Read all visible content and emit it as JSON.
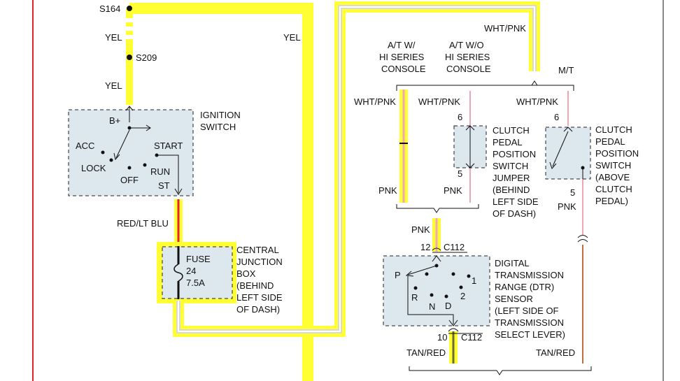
{
  "colors": {
    "highlight": "#ffff33",
    "red_wire": "#e8202a",
    "pink_wire": "#f2a6b4",
    "tan_red_wire": "#c0703a",
    "component_fill": "#dde7ee",
    "wire_inner": "#d8d8d8"
  },
  "labels": {
    "s164": "S164",
    "yel_1": "YEL",
    "s209": "S209",
    "yel_2": "YEL",
    "yel_main": "YEL",
    "ign_1": "IGNITION",
    "ign_2": "SWITCH",
    "b_plus": "B+",
    "acc": "ACC",
    "start": "START",
    "lock": "LOCK",
    "run": "RUN",
    "off": "OFF",
    "st": "ST",
    "red_lt_blu": "RED/LT BLU",
    "fuse": "FUSE",
    "fuse_num": "24",
    "fuse_amp": "7.5A",
    "cjb_1": "CENTRAL",
    "cjb_2": "JUNCTION",
    "cjb_3": "BOX",
    "cjb_4": "(BEHIND",
    "cjb_5": "LEFT SIDE",
    "cjb_6": "OF DASH)",
    "wht_pnk_top": "WHT/PNK",
    "at_w_1": "A/T W/",
    "at_w_2": "HI SERIES",
    "at_w_3": "CONSOLE",
    "at_wo_1": "A/T W/O",
    "at_wo_2": "HI SERIES",
    "at_wo_3": "CONSOLE",
    "mt": "M/T",
    "wht_pnk_a": "WHT/PNK",
    "wht_pnk_b": "WHT/PNK",
    "wht_pnk_c": "WHT/PNK",
    "pin6_a": "6",
    "pin6_b": "6",
    "pin5_a": "5",
    "pin5_b": "5",
    "jumper_1": "CLUTCH",
    "jumper_2": "PEDAL",
    "jumper_3": "POSITION",
    "jumper_4": "SWITCH",
    "jumper_5": "JUMPER",
    "jumper_6": "(BEHIND",
    "jumper_7": "LEFT SIDE",
    "jumper_8": "OF DASH)",
    "cpps_1": "CLUTCH",
    "cpps_2": "PEDAL",
    "cpps_3": "POSITION",
    "cpps_4": "SWITCH",
    "cpps_5": "(ABOVE",
    "cpps_6": "CLUTCH",
    "cpps_7": "PEDAL)",
    "pnk_a": "PNK",
    "pnk_b": "PNK",
    "pnk_c": "PNK",
    "pnk_d": "PNK",
    "pin12": "12",
    "c112_a": "C112",
    "dtr_p": "P",
    "dtr_1": "1",
    "dtr_r": "R",
    "dtr_2": "2",
    "dtr_n": "N",
    "dtr_d": "D",
    "dtr_l1": "DIGITAL",
    "dtr_l2": "TRANSMISSION",
    "dtr_l3": "RANGE (DTR)",
    "dtr_l4": "SENSOR",
    "dtr_l5": "(LEFT SIDE OF",
    "dtr_l6": "TRANSMISSION",
    "dtr_l7": "SELECT LEVER)",
    "pin10": "10",
    "c112_b": "C112",
    "tan_red_a": "TAN/RED",
    "tan_red_b": "TAN/RED"
  }
}
